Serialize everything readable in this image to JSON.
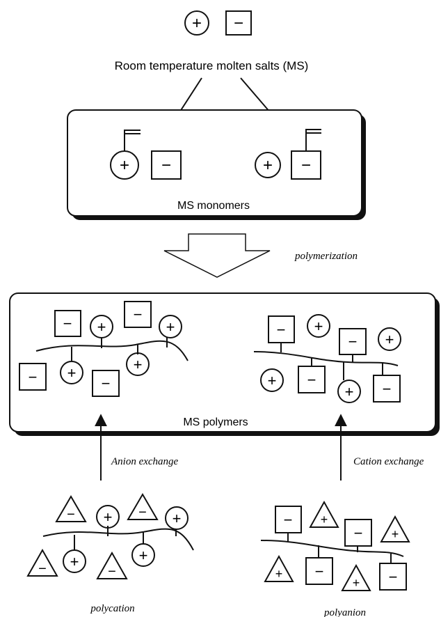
{
  "labels": {
    "ms_title": "Room temperature molten salts (MS)",
    "monomers": "MS monomers",
    "polymerization": "polymerization",
    "polymers": "MS polymers",
    "anion_exchange": "Anion exchange",
    "cation_exchange": "Cation exchange",
    "polycation": "polycation",
    "polyanion": "polyanion"
  },
  "symbols": {
    "plus": "+",
    "minus": "−"
  },
  "colors": {
    "ink": "#111111",
    "background": "#ffffff"
  }
}
